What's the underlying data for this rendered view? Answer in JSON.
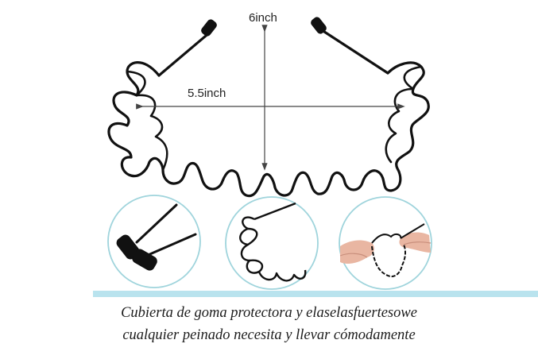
{
  "dimensions": {
    "height_label": "6inch",
    "width_label": "5.5inch"
  },
  "details": [
    {
      "icon": "rubber-tip-closeup-icon"
    },
    {
      "icon": "wave-spring-closeup-icon"
    },
    {
      "icon": "hands-stretching-headband-icon"
    }
  ],
  "caption": {
    "line1": "Cubierta de goma protectora y elaselasfuertesowe",
    "line2": "cualquier peinado necesita y llevar cómodamente"
  },
  "colors": {
    "band": "#111111",
    "circle_outline": "#9fd4dc",
    "divider": "#b9e3ee",
    "skin": "#e9b6a2"
  }
}
